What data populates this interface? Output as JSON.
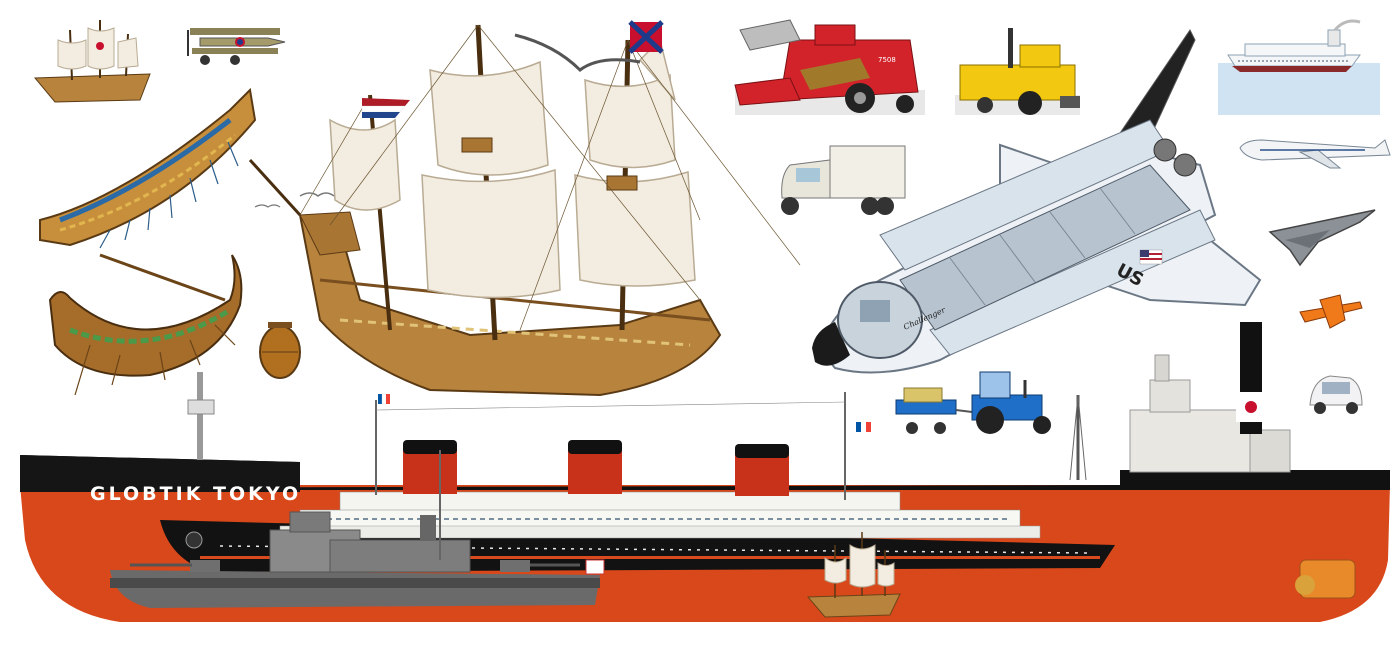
{
  "scene": {
    "background": "#ffffff",
    "vehicles": [
      {
        "name": "caravel",
        "kind": "sailing ship"
      },
      {
        "name": "biplane",
        "kind": "aircraft"
      },
      {
        "name": "galleon",
        "kind": "sailing ship"
      },
      {
        "name": "combine-harvester",
        "kind": "farm machine"
      },
      {
        "name": "road-paver",
        "kind": "construction machine"
      },
      {
        "name": "cruise-ship-photo",
        "kind": "ship"
      },
      {
        "name": "trireme",
        "kind": "ancient ship"
      },
      {
        "name": "three-wheel-truck",
        "kind": "vehicle"
      },
      {
        "name": "space-shuttle-cutaway",
        "kind": "spacecraft"
      },
      {
        "name": "jumbo-jet",
        "kind": "aircraft"
      },
      {
        "name": "fighter-jet",
        "kind": "aircraft"
      },
      {
        "name": "viking-longship",
        "kind": "ancient ship"
      },
      {
        "name": "diving-bell",
        "kind": "submersible"
      },
      {
        "name": "rocket-plane",
        "kind": "aircraft"
      },
      {
        "name": "smart-car",
        "kind": "car"
      },
      {
        "name": "tractor-with-trailer",
        "kind": "farm machine"
      },
      {
        "name": "supertanker",
        "kind": "ship"
      },
      {
        "name": "ocean-liner",
        "kind": "ship"
      },
      {
        "name": "battleship",
        "kind": "ship"
      },
      {
        "name": "small-galleon",
        "kind": "sailing ship"
      }
    ],
    "labels": {
      "tanker_name": "GLOBTIK TOKYO",
      "shuttle_text": "US",
      "shuttle_name": "Challenger",
      "combine_number": "7508"
    },
    "colors": {
      "tanker_hull_red": "#d9481a",
      "tanker_hull_black": "#111111",
      "liner_funnel_red": "#c8321b",
      "wood": "#b8843d",
      "sail": "#f3ece0",
      "harvester_red": "#d2232a",
      "paver_yellow": "#f2c811",
      "tractor_blue": "#1f6fc9",
      "shuttle_white": "#eef2f6",
      "sea_blue": "#cfe3f2"
    }
  }
}
